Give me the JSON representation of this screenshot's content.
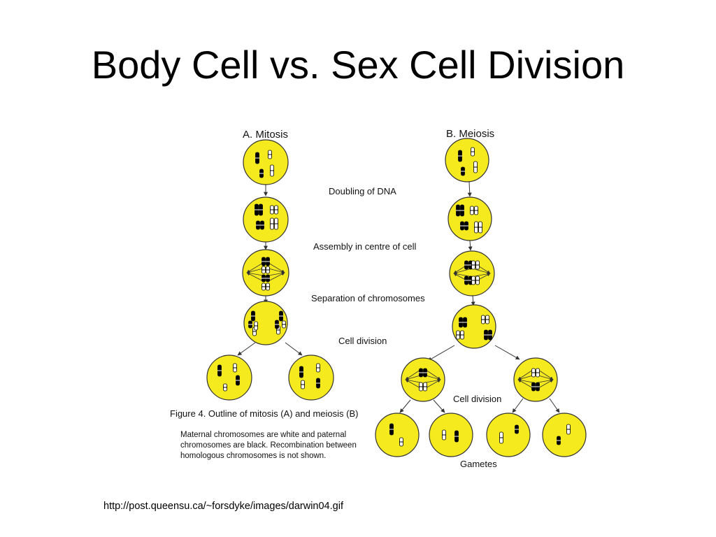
{
  "slide": {
    "title": "Body Cell vs. Sex Cell Division",
    "source_link": "http://post.queensu.ca/~forsdyke/images/darwin04.gif"
  },
  "figure": {
    "mitosis_heading": "A. Mitosis",
    "meiosis_heading": "B. Meiosis",
    "stage_labels": {
      "doubling": "Doubling of DNA",
      "assembly": "Assembly in centre of cell",
      "separation": "Separation of chromosomes",
      "division": "Cell division",
      "division_meiosis": "Cell division",
      "gametes": "Gametes"
    },
    "caption": "Figure 4.  Outline of mitosis (A) and meiosis (B)",
    "note_lines": [
      "Maternal chromosomes are white and paternal",
      "chromosomes are black. Recombination between",
      "homologous chromosomes is not shown."
    ]
  },
  "colors": {
    "cell_fill": "#f5ea1e",
    "cell_stroke": "#333333",
    "paternal_chromosome": "#000000",
    "maternal_chromosome": "#ffffff"
  }
}
